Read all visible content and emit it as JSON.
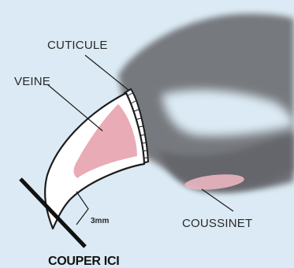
{
  "labels": {
    "cuticle": "CUTICULE",
    "vein": "VEINE",
    "pad": "COUSSINET",
    "distance": "3mm",
    "cut_here": "COUPER ICI"
  },
  "colors": {
    "background": "#dbeaf4",
    "fur": "#6d6f73",
    "vein": "#e7a2ae",
    "pad": "#eab6c0",
    "outline": "#1c1c1c"
  }
}
